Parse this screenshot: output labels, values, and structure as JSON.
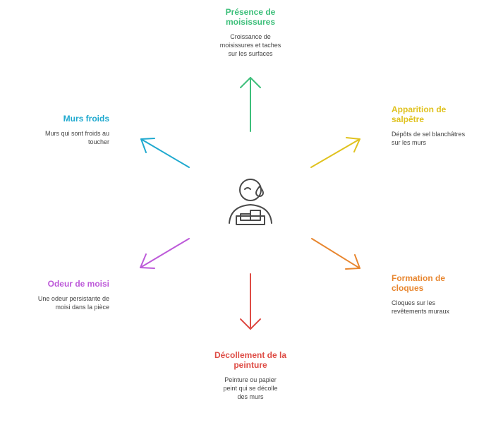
{
  "colors": {
    "green": "#3dbf7a",
    "yellow": "#e0c21f",
    "orange": "#e8862f",
    "red": "#de4c45",
    "purple": "#bd5ad9",
    "cyan": "#1fa9cf",
    "icon": "#4a4a4a"
  },
  "center_icon": "person-crying-with-box-icon",
  "nodes": {
    "top": {
      "title": "Présence de moisissures",
      "desc": "Croissance de moisissures et taches sur les surfaces"
    },
    "top_right": {
      "title": "Apparition de salpêtre",
      "desc": "Dépôts de sel blanchâtres sur les murs"
    },
    "bottom_right": {
      "title": "Formation de cloques",
      "desc": "Cloques sur les revêtements muraux"
    },
    "bottom": {
      "title": "Décollement de la peinture",
      "desc": "Peinture ou papier peint qui se décolle des murs"
    },
    "bottom_left": {
      "title": "Odeur de moisi",
      "desc": "Une odeur persistante de moisi dans la pièce"
    },
    "top_left": {
      "title": "Murs froids",
      "desc": "Murs qui sont froids au toucher"
    }
  }
}
